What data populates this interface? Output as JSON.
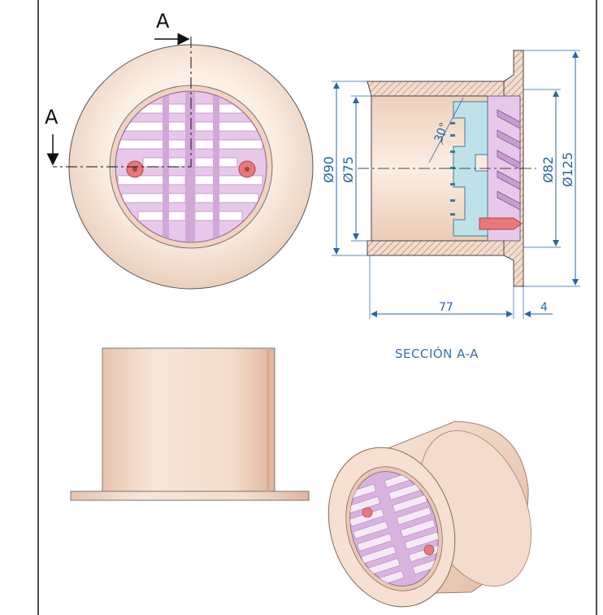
{
  "section_marker": {
    "letter_top": "A",
    "letter_left": "A"
  },
  "dimensions": {
    "dia_90": "Ø90",
    "dia_75": "Ø75",
    "dia_82": "Ø82",
    "dia_125": "Ø125",
    "length_77": "77",
    "flange_4": "4",
    "angle_30": "30°"
  },
  "caption": {
    "section_title": "SECCIÓN A-A"
  },
  "colors": {
    "body": "#f6e2d3",
    "body_shade": "#e9c7b2",
    "grille": "#e7c8ea",
    "grille_shade": "#c79cd0",
    "screw": "#e06a6a",
    "dimension": "#2b63a8",
    "outline": "#333333"
  }
}
